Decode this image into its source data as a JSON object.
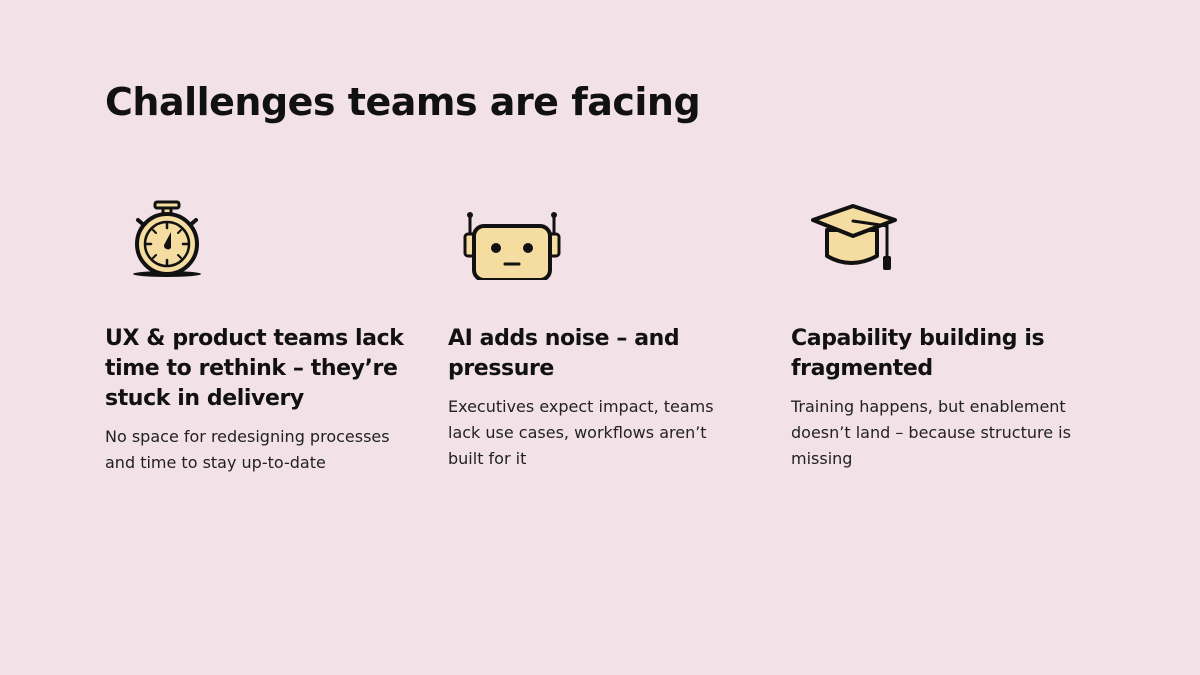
{
  "slide": {
    "title": "Challenges teams are facing",
    "colors": {
      "background": "#f2e1e7",
      "icon_fill": "#f5dca0",
      "ink": "#111111"
    },
    "cards": [
      {
        "icon": "stopwatch-icon",
        "heading": "UX & product teams lack time to rethink – they’re stuck in delivery",
        "body": "No space for redesigning processes and time to stay up-to-date"
      },
      {
        "icon": "robot-icon",
        "heading": "AI adds noise – and pressure",
        "body": "Executives expect impact, teams lack use cases, workflows aren’t built for it"
      },
      {
        "icon": "graduation-cap-icon",
        "heading": "Capability building is fragmented",
        "body": "Training happens, but enablement doesn’t land – because structure is missing"
      }
    ]
  }
}
